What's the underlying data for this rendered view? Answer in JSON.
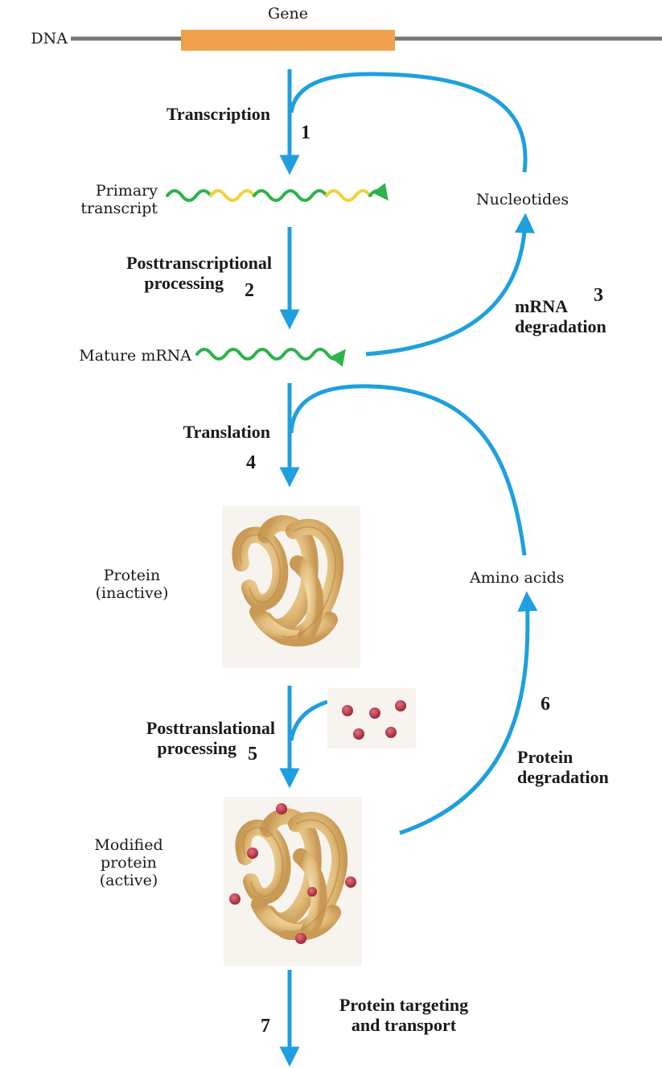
{
  "gene_label": "Gene",
  "dna_label": "DNA",
  "steps": [
    {
      "number": "1",
      "label_lines": [
        "Transcription"
      ]
    },
    {
      "number": "2",
      "label_lines": [
        "Posttranscriptional",
        "processing"
      ]
    },
    {
      "number": "3",
      "label_lines": [
        "mRNA",
        "degradation"
      ]
    },
    {
      "number": "4",
      "label_lines": [
        "Translation"
      ]
    },
    {
      "number": "5",
      "label_lines": [
        "Posttranslational",
        "processing"
      ]
    },
    {
      "number": "6",
      "label_lines": [
        "Protein",
        "degradation"
      ]
    },
    {
      "number": "7",
      "label_lines": [
        "Protein targeting",
        "and transport"
      ]
    }
  ],
  "molecules": {
    "primary_transcript": [
      "Primary",
      "transcript"
    ],
    "nucleotides": "Nucleotides",
    "mature_mrna": "Mature mRNA",
    "protein_inactive": [
      "Protein",
      "(inactive)"
    ],
    "amino_acids": "Amino acids",
    "modified_protein": [
      "Modified",
      "protein",
      "(active)"
    ]
  },
  "colors": {
    "arrow": "#1e9fe0",
    "gene_box": "#f0a04b",
    "dna_line": "#777777",
    "rna_green": "#2db34a",
    "rna_yellow": "#f2d13a",
    "protein_body": "#e8c88a",
    "modification": "#b03040"
  }
}
